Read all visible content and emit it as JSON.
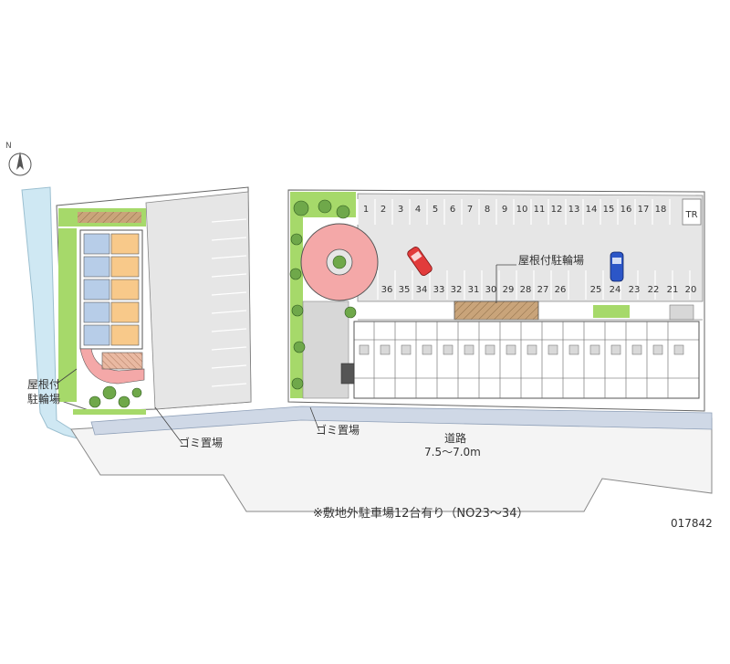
{
  "labels": {
    "bike_parking_right": "屋根付駐輪場",
    "bike_parking_left_line1": "屋根付",
    "bike_parking_left_line2": "駐輪場",
    "garbage_left": "ゴミ置場",
    "garbage_right": "ゴミ置場",
    "road_name": "道路",
    "road_width": "7.5〜7.0m",
    "footnote": "※敷地外駐車場12台有り（NO23〜34）",
    "code": "017842"
  },
  "parking": {
    "top_row": [
      "1",
      "2",
      "3",
      "4",
      "5",
      "6",
      "7",
      "8",
      "9",
      "10",
      "11",
      "12",
      "13",
      "14",
      "15",
      "16",
      "17",
      "18",
      "TR"
    ],
    "bottom_row": [
      "36",
      "35",
      "34",
      "33",
      "32",
      "31",
      "30",
      "29",
      "28",
      "27",
      "26",
      "25",
      "24",
      "23",
      "22",
      "21",
      "20"
    ]
  },
  "colors": {
    "green": "#a6d96a",
    "plaza": "#f4a8a8",
    "unit_blue": "#b7cde8",
    "unit_orange": "#f8c98a",
    "water": "#cfe8f3",
    "road_edge": "#cfd8e6",
    "asphalt": "#e6e6e6",
    "car_red": "#e23b3b",
    "car_blue": "#2c56c7",
    "wood": "#c9a47a"
  }
}
